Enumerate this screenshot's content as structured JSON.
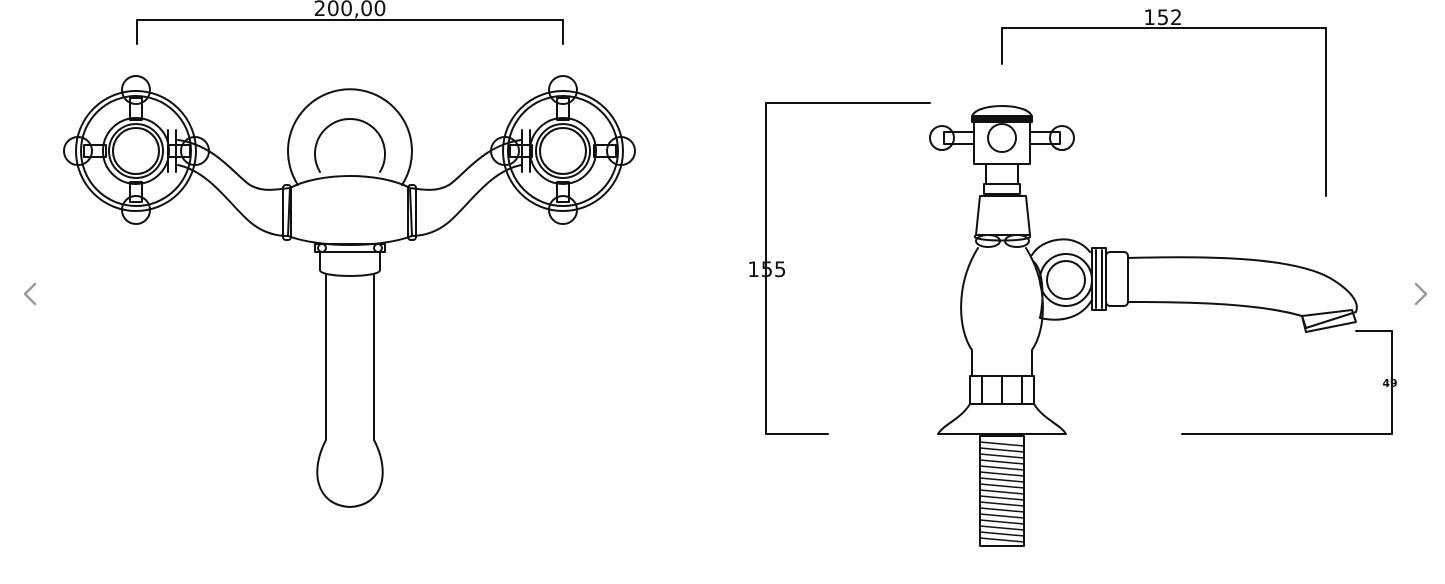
{
  "dimensions": {
    "front_width": "200,00",
    "side_depth": "152",
    "side_height": "155",
    "spout_height": "49"
  },
  "navigation": {
    "prev_icon": "chevron-left-icon",
    "next_icon": "chevron-right-icon",
    "chevron_color": "#9a9a9a"
  },
  "colors": {
    "line": "#111111",
    "background": "#ffffff"
  }
}
